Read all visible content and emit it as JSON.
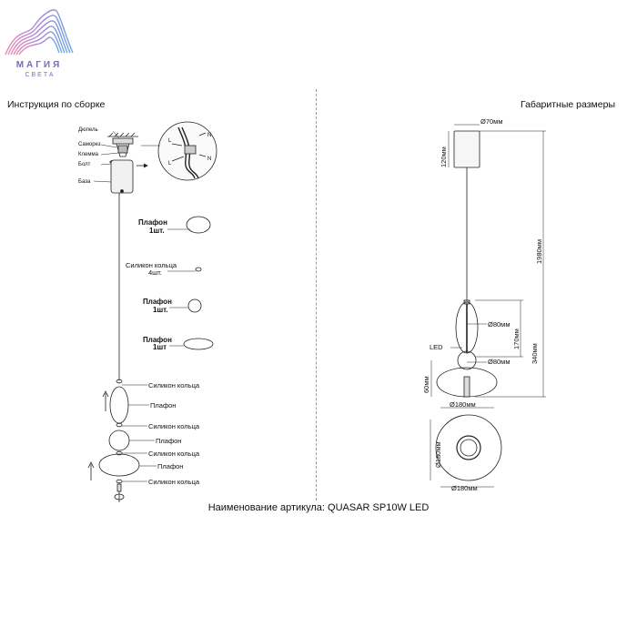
{
  "brand": {
    "name": "МАГИЯ",
    "sub": "СВЕТА",
    "colors": [
      "#e58ab7",
      "#a986d6",
      "#6fa6e6"
    ]
  },
  "assembly": {
    "title": "Инструкция по сборке",
    "top_labels": [
      "Дюпель",
      "Саморез",
      "Клемма",
      "Болт",
      "База"
    ],
    "inset_labels": [
      "L",
      "N",
      "L",
      "N"
    ],
    "parts": [
      {
        "name": "Плафон",
        "qty": "1шт."
      },
      {
        "name": "Силикон кольца",
        "qty": "4шт."
      },
      {
        "name": "Плафон",
        "qty": "1шт."
      },
      {
        "name": "Плафон",
        "qty": "1шт"
      }
    ],
    "stack_labels": [
      "Силикон кольца",
      "Плафон",
      "Силикон кольца",
      "Плафон",
      "Силикон кольца",
      "Плафон",
      "Силикон кольца"
    ]
  },
  "dimensions": {
    "title": "Габаритные размеры",
    "canopy_d": "Ø70мм",
    "canopy_h": "120мм",
    "total_h": "1980мм",
    "shade1_d": "Ø80мм",
    "shade1_h": "170мм",
    "led": "LED",
    "lamp_h": "340мм",
    "shade2_d": "Ø80мм",
    "disk_h": "60мм",
    "disk_d": "Ø180мм",
    "bottom_h": "Ø180мм",
    "bottom_d": "Ø180мм"
  },
  "footer": {
    "prefix": "Наименование артикула:",
    "article": "QUASAR SP10W LED"
  }
}
